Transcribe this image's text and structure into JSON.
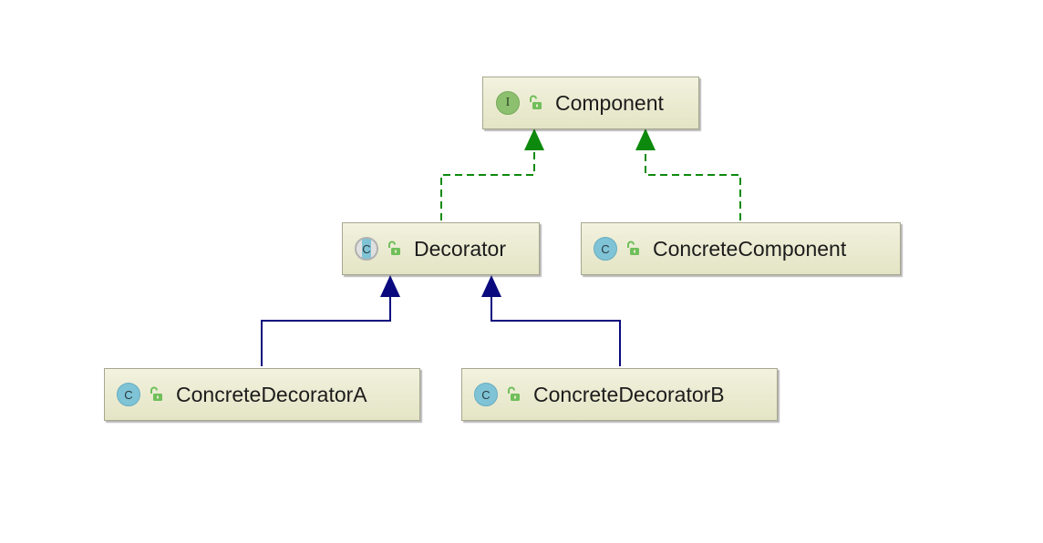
{
  "diagram": {
    "nodes": [
      {
        "id": "component",
        "kind": "interface",
        "kind_letter": "I",
        "name": "Component"
      },
      {
        "id": "decorator",
        "kind": "abstract",
        "kind_letter": "C",
        "name": "Decorator"
      },
      {
        "id": "concrete_component",
        "kind": "class",
        "kind_letter": "C",
        "name": "ConcreteComponent"
      },
      {
        "id": "concrete_decorator_a",
        "kind": "class",
        "kind_letter": "C",
        "name": "ConcreteDecoratorA"
      },
      {
        "id": "concrete_decorator_b",
        "kind": "class",
        "kind_letter": "C",
        "name": "ConcreteDecoratorB"
      }
    ],
    "edges": [
      {
        "from": "decorator",
        "to": "component",
        "type": "realization"
      },
      {
        "from": "concrete_component",
        "to": "component",
        "type": "realization"
      },
      {
        "from": "concrete_decorator_a",
        "to": "decorator",
        "type": "generalization"
      },
      {
        "from": "concrete_decorator_b",
        "to": "decorator",
        "type": "generalization"
      }
    ],
    "colors": {
      "realization": "#0d8a0d",
      "generalization": "#0a0a7e",
      "node_border": "#a7a78f",
      "node_fill": "#ececd4",
      "interface_icon": "#8cc06f",
      "class_icon": "#7fc3d6",
      "lock": "#6fbf5a"
    }
  }
}
